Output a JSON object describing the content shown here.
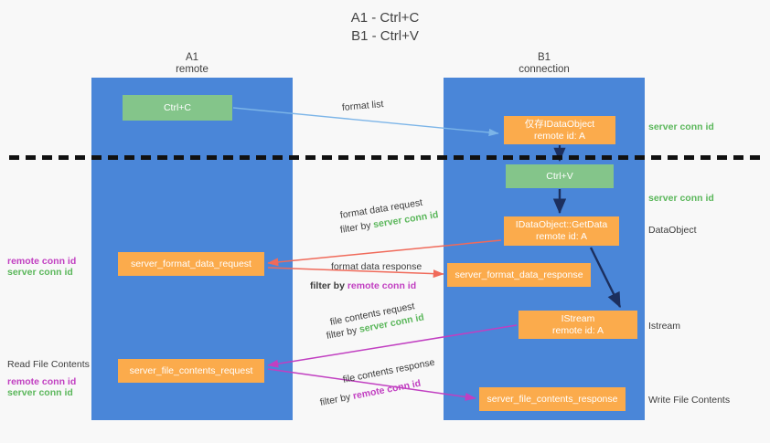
{
  "title": "A1 - Ctrl+C\nB1 - Ctrl+V",
  "lanes": [
    {
      "name": "A1",
      "sub": "remote",
      "label": "A1\nremote"
    },
    {
      "name": "B1",
      "sub": "connection",
      "label": "B1\nconnection"
    }
  ],
  "nodes": {
    "ctrl_c": "Ctrl+C",
    "idataobject": "仅存IDataObject\nremote id: A",
    "ctrl_v": "Ctrl+V",
    "getdata": "IDataObject::GetData\nremote id: A",
    "server_format_data_request": "server_format_data_request",
    "server_format_data_response": "server_format_data_response",
    "istream": "IStream\nremote id: A",
    "server_file_contents_request": "server_file_contents_request",
    "server_file_contents_response": "server_file_contents_response"
  },
  "arrow_labels": {
    "format_list": "format list",
    "format_data_request": "format data request",
    "format_data_request_filter_prefix": "filter by ",
    "format_data_request_filter_value": "server conn id",
    "format_data_response": "format data response",
    "format_data_response_filter_prefix": "filter by ",
    "format_data_response_filter_value": "remote conn id",
    "file_contents_request": "file contents request",
    "file_contents_request_filter_prefix": "filter by ",
    "file_contents_request_filter_value": "server conn id",
    "file_contents_response": "file contents response",
    "file_contents_response_filter_prefix": "filter by ",
    "file_contents_response_filter_value": "remote conn id"
  },
  "right_annotations": {
    "server_conn_id_top": "server conn id",
    "server_conn_id_mid": "server conn id",
    "dataobject": "DataObject",
    "istream": "Istream",
    "write_file_contents": "Write File Contents"
  },
  "left_annotations": {
    "remote_conn_id_1": "remote conn id",
    "server_conn_id_1": "server conn id",
    "read_file_contents": "Read File Contents",
    "remote_conn_id_2": "remote conn id",
    "server_conn_id_2": "server conn id"
  },
  "colors": {
    "background": "#f8f8f8",
    "lane": "#4a86d8",
    "green_box": "#84c58a",
    "orange_box": "#fbab4c",
    "green_text": "#5bb75b",
    "magenta_text": "#c13fc1",
    "arrow_blue": "#7cb5e8",
    "arrow_red": "#f06a5a",
    "arrow_magenta": "#c13fc1",
    "arrow_navy": "#1c2f5e",
    "divider": "#111111"
  }
}
